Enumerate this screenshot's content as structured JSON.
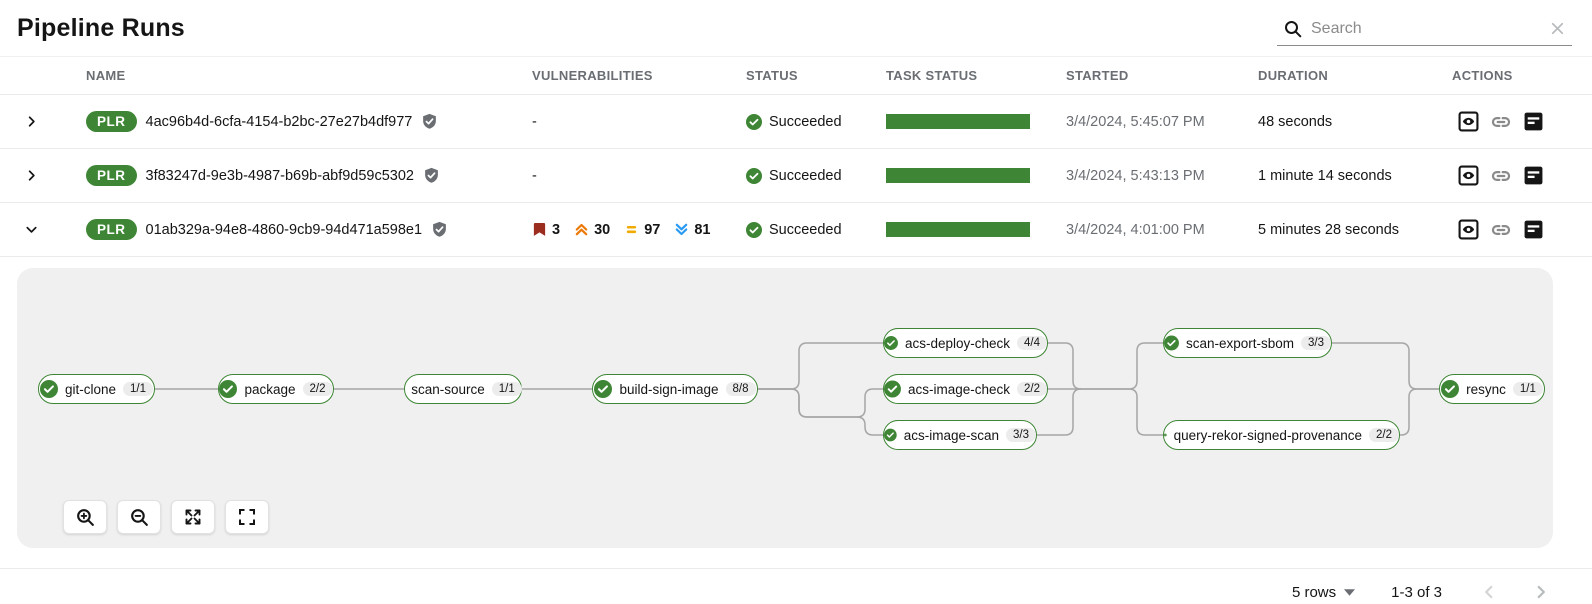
{
  "page": {
    "title": "Pipeline Runs"
  },
  "search": {
    "placeholder": "Search"
  },
  "table": {
    "columns": {
      "name": "NAME",
      "vulnerabilities": "VULNERABILITIES",
      "status": "STATUS",
      "task_status": "TASK STATUS",
      "started": "STARTED",
      "duration": "DURATION",
      "actions": "ACTIONS"
    },
    "rows": [
      {
        "badge": "PLR",
        "name": "4ac96b4d-6cfa-4154-b2bc-27e27b4df977",
        "vulnerabilities": "-",
        "status": "Succeeded",
        "started": "3/4/2024, 5:45:07 PM",
        "duration": "48 seconds"
      },
      {
        "badge": "PLR",
        "name": "3f83247d-9e3b-4987-b69b-abf9d59c5302",
        "vulnerabilities": "-",
        "status": "Succeeded",
        "started": "3/4/2024, 5:43:13 PM",
        "duration": "1 minute 14 seconds"
      },
      {
        "badge": "PLR",
        "name": "01ab329a-94e8-4860-9cb9-94d471a598e1",
        "vulnerabilities": {
          "critical": "3",
          "high": "30",
          "medium": "97",
          "low": "81"
        },
        "status": "Succeeded",
        "started": "3/4/2024, 4:01:00 PM",
        "duration": "5 minutes 28 seconds"
      }
    ]
  },
  "pipeline": {
    "nodes": [
      {
        "name": "git-clone",
        "tasks": "1/1"
      },
      {
        "name": "package",
        "tasks": "2/2"
      },
      {
        "name": "scan-source",
        "tasks": "1/1"
      },
      {
        "name": "build-sign-image",
        "tasks": "8/8"
      },
      {
        "name": "acs-deploy-check",
        "tasks": "4/4"
      },
      {
        "name": "acs-image-check",
        "tasks": "2/2"
      },
      {
        "name": "acs-image-scan",
        "tasks": "3/3"
      },
      {
        "name": "scan-export-sbom",
        "tasks": "3/3"
      },
      {
        "name": "query-rekor-signed-provenance",
        "tasks": "2/2"
      },
      {
        "name": "resync",
        "tasks": "1/1"
      }
    ]
  },
  "footer": {
    "rows_per_page": "5 rows",
    "range": "1-3 of 3"
  },
  "colors": {
    "green": "#3E8635",
    "sev-critical": "#9b2d1f",
    "sev-high": "#EC7A08",
    "sev-medium": "#F0AB00",
    "sev-low": "#2B9AF3",
    "edge": "#a6a6a6",
    "muted": "#6a6e73"
  }
}
